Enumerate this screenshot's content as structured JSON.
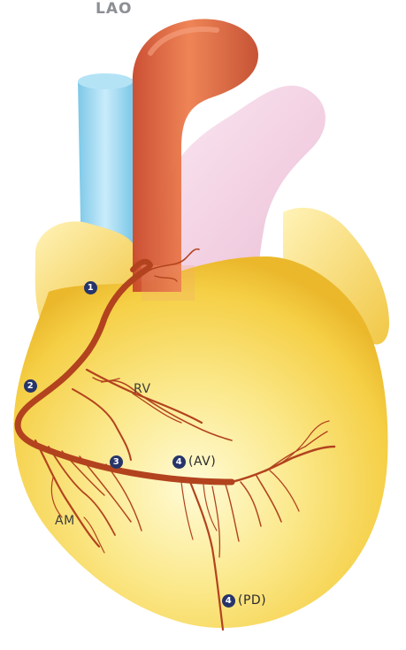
{
  "title": "LAO",
  "regions": {
    "right_ventricle": "RV",
    "acute_margin": "AM"
  },
  "segments": [
    {
      "number": "1",
      "suffix": ""
    },
    {
      "number": "2",
      "suffix": ""
    },
    {
      "number": "3",
      "suffix": ""
    },
    {
      "number": "4",
      "suffix": "(AV)"
    },
    {
      "number": "4",
      "suffix": "(PD)"
    }
  ],
  "colors": {
    "heart": "#f6d24a",
    "aorta": "#e06a3a",
    "pulmonary_artery": "#f0c8de",
    "vena_cava": "#8fd2ee",
    "coronary_artery": "#b2431e",
    "segment_badge": "#26346a"
  }
}
